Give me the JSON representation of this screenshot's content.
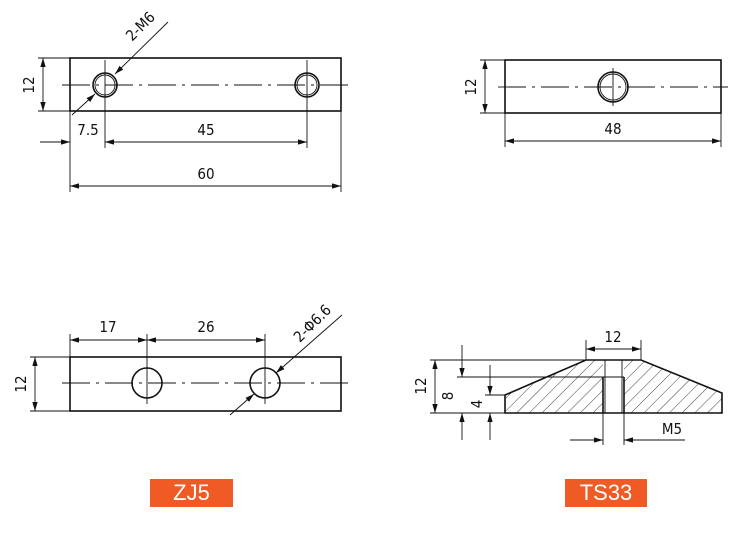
{
  "drawings": {
    "zj5_top": {
      "height": "12",
      "offset": "7.5",
      "spacing": "45",
      "length": "60",
      "hole_callout": "2-M6"
    },
    "ts33_top": {
      "height": "12",
      "length": "48"
    },
    "zj5_bottom": {
      "height": "12",
      "dim_a": "17",
      "dim_b": "26",
      "hole_callout": "2-Φ6.6"
    },
    "ts33_section": {
      "top_width": "12",
      "total_height": "12",
      "mid_height": "8",
      "edge_height": "4",
      "thread": "M5"
    }
  },
  "labels": {
    "left": "ZJ5",
    "right": "TS33"
  },
  "colors": {
    "badge": "#f05a24"
  }
}
